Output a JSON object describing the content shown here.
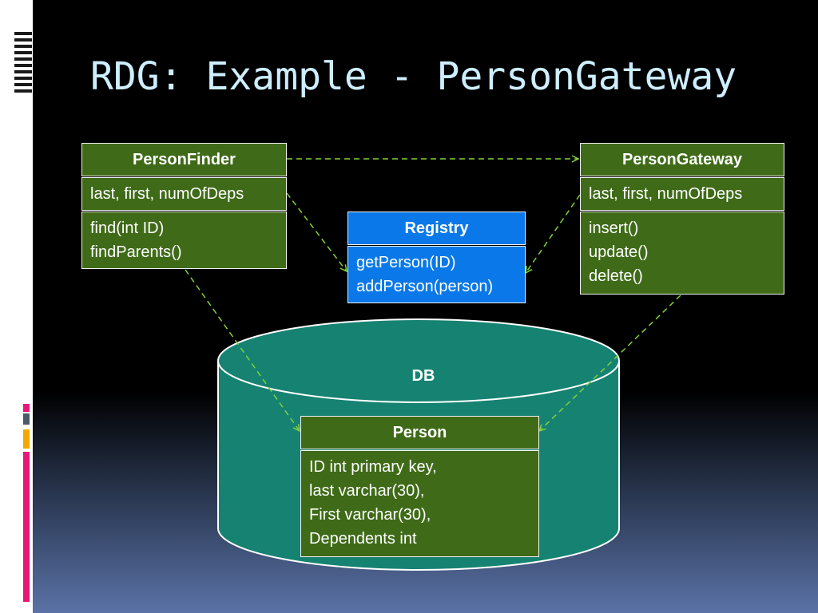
{
  "slide": {
    "title": "RDG: Example - PersonGateway"
  },
  "colors": {
    "box_green": "#3f6b18",
    "box_blue": "#0a78e8",
    "db_teal": "#168272",
    "arrow_green": "#7fd13b",
    "title_color": "#cdeeff",
    "accent_pink": "#e8157a",
    "accent_orange": "#f5a800"
  },
  "diagram": {
    "person_finder": {
      "name": "PersonFinder",
      "attributes": "last, first, numOfDeps",
      "methods": [
        "find(int ID)",
        "findParents()"
      ]
    },
    "person_gateway": {
      "name": "PersonGateway",
      "attributes": "last, first, numOfDeps",
      "methods": [
        "insert()",
        "update()",
        "delete()"
      ]
    },
    "registry": {
      "name": "Registry",
      "methods": [
        "getPerson(ID)",
        "addPerson(person)"
      ]
    },
    "database": {
      "label": "DB"
    },
    "person": {
      "name": "Person",
      "columns": [
        "ID int primary key,",
        "last varchar(30),",
        "First varchar(30),",
        "Dependents int"
      ]
    }
  }
}
